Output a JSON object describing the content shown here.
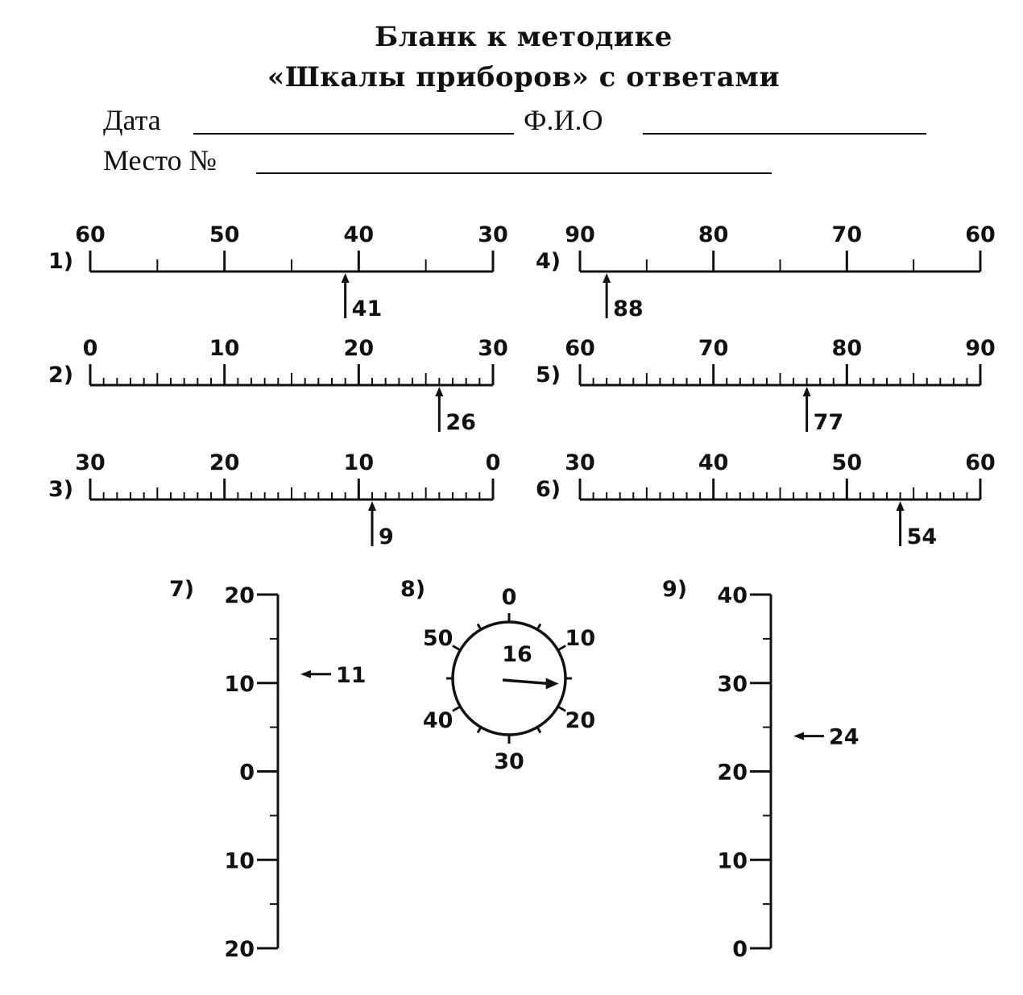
{
  "header": {
    "title_line1": "Бланк к методике",
    "title_line2": "«Шкалы приборов» с ответами",
    "date_label": "Дата",
    "name_label": "Ф.И.О",
    "place_label": "Место №"
  },
  "colors": {
    "ink": "#111111",
    "paper": "#ffffff"
  },
  "scales": [
    {
      "number": "1)",
      "kind": "horizontal",
      "labels": [
        "60",
        "50",
        "40",
        "30"
      ],
      "from": 60,
      "to": 30,
      "major_step": 10,
      "minor_step": 5,
      "answer": 41,
      "answer_label": "41"
    },
    {
      "number": "2)",
      "kind": "horizontal",
      "labels": [
        "0",
        "10",
        "20",
        "30"
      ],
      "from": 0,
      "to": 30,
      "major_step": 10,
      "minor_step": 1,
      "answer": 26,
      "answer_label": "26"
    },
    {
      "number": "3)",
      "kind": "horizontal",
      "labels": [
        "30",
        "20",
        "10",
        "0"
      ],
      "from": 30,
      "to": 0,
      "major_step": 10,
      "minor_step": 1,
      "answer": 9,
      "answer_label": "9"
    },
    {
      "number": "4)",
      "kind": "horizontal",
      "labels": [
        "90",
        "80",
        "70",
        "60"
      ],
      "from": 90,
      "to": 60,
      "major_step": 10,
      "minor_step": 5,
      "answer": 88,
      "answer_label": "88"
    },
    {
      "number": "5)",
      "kind": "horizontal",
      "labels": [
        "60",
        "70",
        "80",
        "90"
      ],
      "from": 60,
      "to": 90,
      "major_step": 10,
      "minor_step": 1,
      "answer": 77,
      "answer_label": "77"
    },
    {
      "number": "6)",
      "kind": "horizontal",
      "labels": [
        "30",
        "40",
        "50",
        "60"
      ],
      "from": 30,
      "to": 60,
      "major_step": 10,
      "minor_step": 1,
      "answer": 54,
      "answer_label": "54"
    },
    {
      "number": "7)",
      "kind": "vertical",
      "labels": [
        "20",
        "10",
        "0",
        "10",
        "20"
      ],
      "from": 20,
      "to": -20,
      "major_step": 10,
      "minor_step": 5,
      "answer": 11,
      "answer_label": "11"
    },
    {
      "number": "8)",
      "kind": "dial",
      "labels": [
        "0",
        "10",
        "20",
        "30",
        "40",
        "50"
      ],
      "from": 0,
      "to": 60,
      "major_step": 10,
      "minor_step": 5,
      "answer": 16,
      "answer_label": "16"
    },
    {
      "number": "9)",
      "kind": "vertical",
      "labels": [
        "40",
        "30",
        "20",
        "10",
        "0"
      ],
      "from": 40,
      "to": 0,
      "major_step": 10,
      "minor_step": 5,
      "answer": 24,
      "answer_label": "24"
    }
  ]
}
